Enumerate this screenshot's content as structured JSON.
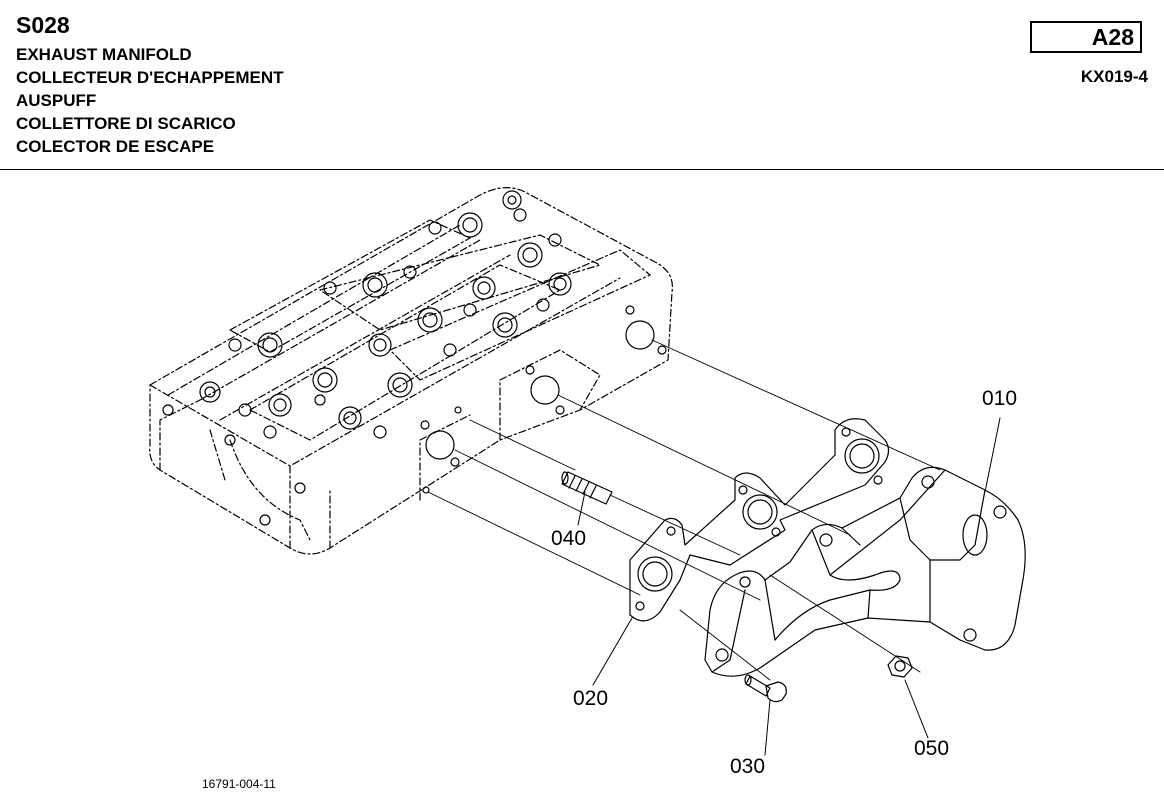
{
  "header": {
    "section_code": "S028",
    "titles": [
      "EXHAUST MANIFOLD",
      "COLLECTEUR D'ECHAPPEMENT",
      "AUSPUFF",
      "COLLETTORE DI SCARICO",
      "COLECTOR DE ESCAPE"
    ],
    "page_code": "A28",
    "model": "KX019-4"
  },
  "callouts": {
    "manifold": "010",
    "gasket": "020",
    "bolt": "030",
    "stud": "040",
    "nut": "050"
  },
  "footer": {
    "drawing_ref": "16791-004-11"
  }
}
